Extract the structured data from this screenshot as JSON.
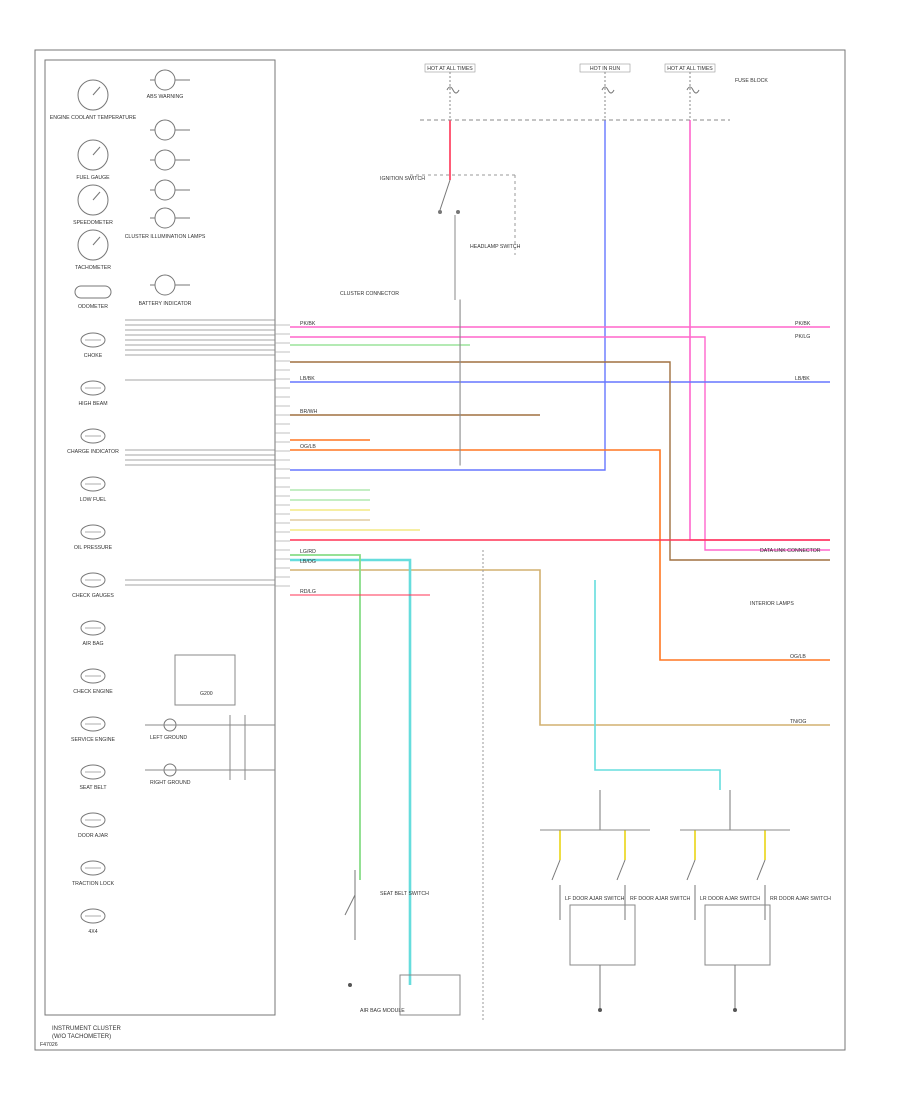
{
  "diagram": {
    "cluster_title": "INSTRUMENT CLUSTER",
    "cluster_subtitle": "(W/O TACHOMETER)",
    "footer_id": "F47026",
    "gauges": [
      {
        "label": "ENGINE COOLANT TEMPERATURE"
      },
      {
        "label": "FUEL GAUGE"
      },
      {
        "label": "SPEEDOMETER"
      },
      {
        "label": "TACHOMETER"
      },
      {
        "label": "ODOMETER"
      },
      {
        "label": "CHOKE"
      },
      {
        "label": "HIGH BEAM"
      },
      {
        "label": "CHARGE INDICATOR"
      },
      {
        "label": "LOW FUEL"
      },
      {
        "label": "OIL PRESSURE"
      },
      {
        "label": "CHECK GAUGES"
      },
      {
        "label": "AIR BAG"
      },
      {
        "label": "CHECK ENGINE"
      },
      {
        "label": "SERVICE ENGINE"
      },
      {
        "label": "SEAT BELT"
      },
      {
        "label": "DOOR AJAR"
      },
      {
        "label": "TRACTION LOCK"
      },
      {
        "label": "4X4"
      }
    ],
    "lamps": [
      {
        "label": "ABS WARNING"
      },
      {
        "label": "CLUSTER ILLUMINATION LAMPS"
      },
      {
        "label": "BATTERY INDICATOR"
      }
    ],
    "fuses": [
      {
        "label": "HOT AT ALL TIMES"
      },
      {
        "label": "HOT IN RUN"
      },
      {
        "label": "HOT AT ALL TIMES"
      }
    ],
    "fuse_box_label": "FUSE BLOCK",
    "components": {
      "ignition_switch": "IGNITION SWITCH",
      "cluster_connector": "CLUSTER CONNECTOR",
      "headlamp_switch": "HEADLAMP SWITCH",
      "ground": "G200",
      "data_link": "DATA LINK CONNECTOR",
      "airbag_module": "AIR BAG MODULE",
      "lf_door_switch": "LF DOOR AJAR SWITCH",
      "rf_door_switch": "RF DOOR AJAR SWITCH",
      "lr_door_switch": "LR DOOR AJAR SWITCH",
      "rr_door_switch": "RR DOOR AJAR SWITCH",
      "seat_belt_switch": "SEAT BELT SWITCH",
      "interior_lamps": "INTERIOR LAMPS",
      "ground_left": "LEFT GROUND",
      "ground_right": "RIGHT GROUND"
    },
    "wire_labels": {
      "pink_1": "PK/BK",
      "pink_2": "PK/LG",
      "blue_1": "LB/BK",
      "brown_1": "BR/WH",
      "orange_1": "OG/LB",
      "tan_1": "TN/OG",
      "lgreen_1": "LG/RD",
      "cyan_1": "LB/OG",
      "red_1": "RD/LG"
    },
    "colors": {
      "pink": "#ff66cc",
      "blue": "#6677ff",
      "brown": "#a07040",
      "orange": "#ff7722",
      "tan": "#d2b070",
      "lgreen": "#88dd88",
      "cyan": "#66dddd",
      "red": "#ff3355",
      "yellow": "#eedd44",
      "line": "#666666"
    }
  }
}
